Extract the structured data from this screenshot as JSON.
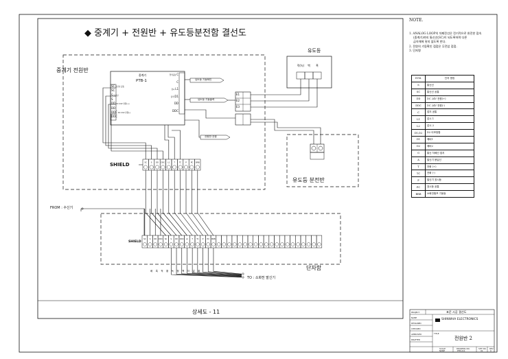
{
  "drawing": {
    "title": "◆ 중계기 + 전원반 + 유도등분전함 결선도",
    "footer": "상세도 - 11"
  },
  "panels": {
    "repeater_power": "중계기 전원반",
    "guide_light": "유도등",
    "guide_light_panel": "유도등 분전반",
    "terminal_box": "단자함"
  },
  "repeater": {
    "label_1": "중계기",
    "label_2": "PTB-1",
    "left_terminals": [
      {
        "code": "SC",
        "desc": "통신선 공통"
      },
      {
        "code": "SC",
        "desc": ""
      },
      {
        "code": "S",
        "desc": "통신선"
      },
      {
        "code": "S",
        "desc": ""
      },
      {
        "code": "DD",
        "desc": "DC 24V 전원(+)"
      },
      {
        "code": "DD",
        "desc": ""
      },
      {
        "code": "DDC",
        "desc": "DC 24V 전원(-)"
      },
      {
        "code": "DDC",
        "desc": ""
      }
    ],
    "right_terminals": [
      {
        "code": "C",
        "desc": "입력공통"
      },
      {
        "code": "C",
        "desc": ""
      },
      {
        "code": "L1",
        "desc": "감시"
      },
      {
        "code": "D1",
        "desc": "출력"
      },
      {
        "code": "DD",
        "desc": ""
      },
      {
        "code": "DDC",
        "desc": ""
      }
    ]
  },
  "tags": {
    "monitor": "유도등 기동확인",
    "output": "유도등 기동출력",
    "power_supply": "전원반 전원",
    "shield": "SHIELD",
    "shield2": "SHIELD"
  },
  "guide_light_terminals": [
    "적(녹)",
    "백",
    "흑"
  ],
  "relay_terminals": [
    "E1",
    "E2",
    "E3"
  ],
  "terminal_strip_top": [
    "SC",
    "S",
    "DD",
    "DDC",
    "L1",
    "T",
    "TC",
    "P",
    "PC",
    "BRB"
  ],
  "terminal_strip_bottom": [
    "SC",
    "S",
    "DD",
    "DDC",
    "SC",
    "S",
    "DD",
    "DDC",
    "L1",
    "T",
    "TC",
    "P",
    "PC",
    "BRB",
    "",
    "",
    "",
    "",
    "",
    "",
    "",
    "",
    "",
    "",
    "",
    "",
    "",
    "",
    "",
    "",
    "",
    "",
    "",
    ""
  ],
  "wire_labels_bottom": [
    "배",
    "흑",
    "적",
    "황",
    "녹",
    "청",
    "백",
    "자",
    "갈",
    "회"
  ],
  "from_label": "FROM : 수신기",
  "to_label": "TO : 소화전 발신기",
  "notes": {
    "title": "NOTE.",
    "lines": [
      "1. ANALOG LOOP의 차폐전선은 전기적으로 완전한 접속",
      "(중계기)까지 통신선(SC)이 되도록하며 다른",
      "금속체에 닿지 않도록 한다.",
      "2. 전원의 기동확인 접점은 무전압 접점.",
      "3. 단자명"
    ]
  },
  "legend": {
    "header": [
      "SYM.",
      "단자 명칭"
    ],
    "rows": [
      [
        "S",
        "통신선"
      ],
      [
        "SC",
        "통신선 공통"
      ],
      [
        "DD",
        "DC 24V 전원(+)"
      ],
      [
        "DDC",
        "DC 24V 전원(-)"
      ],
      [
        "C",
        "접지 공통"
      ],
      [
        "L1",
        "감시 1"
      ],
      [
        "L2",
        "감시 2"
      ],
      [
        "D1,D2",
        "D2 이보정합"
      ],
      [
        "D1",
        "예비1"
      ],
      [
        "D2",
        "예비2"
      ],
      [
        "G",
        "통신 차폐선 접지"
      ],
      [
        "A",
        "발신기 응답선"
      ],
      [
        "T",
        "전화 (+)"
      ],
      [
        "TC",
        "전화 (-)"
      ],
      [
        "P",
        "발신기 표시등"
      ],
      [
        "PC",
        "표시등 공통"
      ],
      [
        "BRB",
        "소화전펌프 기동등"
      ]
    ]
  },
  "title_block": {
    "project_label": "PROJECT",
    "project": "표준 시공 결선도",
    "labels": [
      "NAME",
      "DESIGNED",
      "CHECKED",
      "APPROVED",
      "DRAFTED"
    ],
    "company": "SHINWHA ELECTRONICS",
    "title_label": "TITLE",
    "title": "전원반 2",
    "scale_label": "SCALE",
    "scale": "NONE",
    "drawing_no_label": "DRAWING NO.",
    "drawing_no": "PTB-011",
    "sheet_label": "SHT NO.",
    "sheet": "01",
    "rev_label": "REV",
    "rev": "0"
  }
}
